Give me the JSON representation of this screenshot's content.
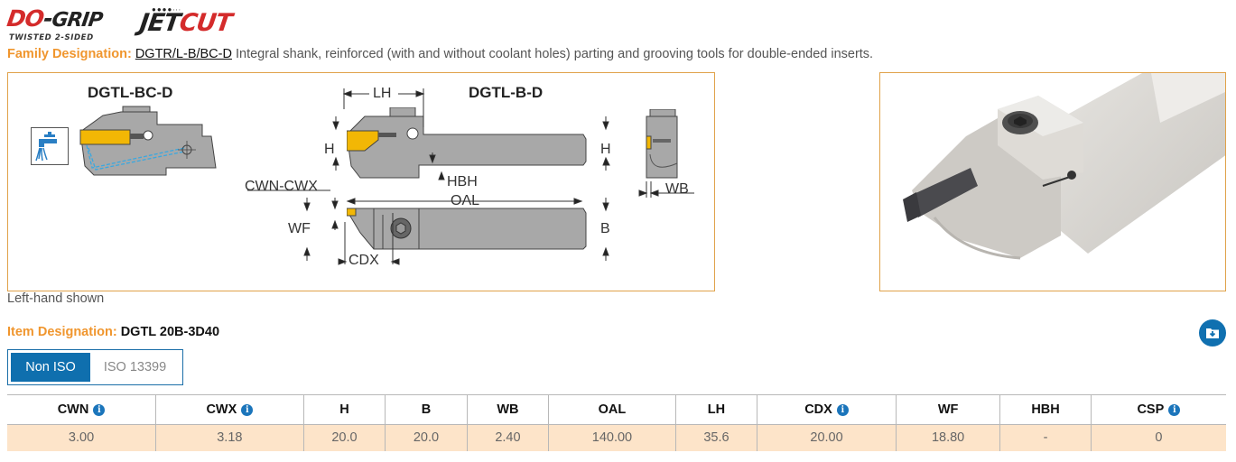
{
  "brand": {
    "logo_dogrip_do": "DO",
    "logo_dogrip_dash": "-",
    "logo_dogrip_grip": "GRIP",
    "logo_tagline": "TWISTED 2-SIDED",
    "logo_jetcut_jet": "JET",
    "logo_jetcut_cut": "CUT",
    "logo_dots": "●●●●∙∙∙",
    "colors": {
      "red": "#d42b2b",
      "dark": "#222222"
    }
  },
  "family": {
    "label": "Family Designation:",
    "code": "DGTR/L-B/BC-D",
    "description": "Integral shank, reinforced (with and without coolant holes) parting and grooving tools for double-ended inserts."
  },
  "diagram": {
    "title_bc": "DGTL-BC-D",
    "title_b": "DGTL-B-D",
    "coolant_icon": "coolant-faucet-icon",
    "labels": {
      "lh": "LH",
      "h_left": "H",
      "h_right": "H",
      "hbh": "HBH",
      "cwn_cwx": "CWN-CWX",
      "oal": "OAL",
      "wf": "WF",
      "b": "B",
      "cdx": "CDX",
      "wb": "WB"
    }
  },
  "caption": "Left-hand shown",
  "item": {
    "label": "Item Designation:",
    "value": "DGTL 20B-3D40",
    "download_icon": "download-folder-icon"
  },
  "standard_toggle": {
    "options": [
      {
        "label": "Non ISO",
        "active": true
      },
      {
        "label": "ISO 13399",
        "active": false
      }
    ]
  },
  "spec_table": {
    "columns": [
      {
        "label": "CWN",
        "info": true
      },
      {
        "label": "CWX",
        "info": true
      },
      {
        "label": "H",
        "info": false
      },
      {
        "label": "B",
        "info": false
      },
      {
        "label": "WB",
        "info": false
      },
      {
        "label": "OAL",
        "info": false
      },
      {
        "label": "LH",
        "info": false
      },
      {
        "label": "CDX",
        "info": true
      },
      {
        "label": "WF",
        "info": false
      },
      {
        "label": "HBH",
        "info": false
      },
      {
        "label": "CSP",
        "info": true
      }
    ],
    "row": [
      "3.00",
      "3.18",
      "20.0",
      "20.0",
      "2.40",
      "140.00",
      "35.6",
      "20.00",
      "18.80",
      "-",
      "0"
    ],
    "info_glyph": "i"
  },
  "colors": {
    "accent_orange": "#f0962e",
    "border_orange": "#e0a24a",
    "primary_blue": "#0f6fae",
    "row_highlight": "#fde4c9"
  }
}
